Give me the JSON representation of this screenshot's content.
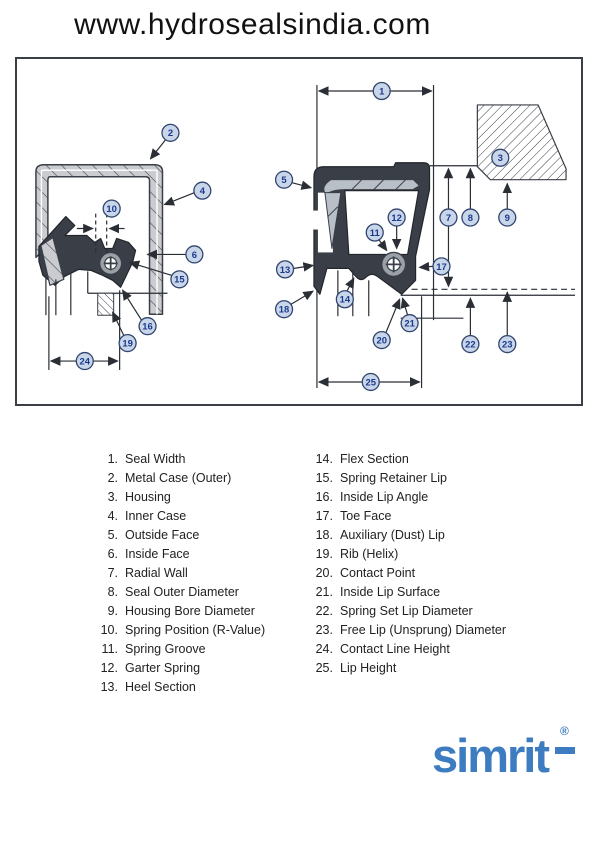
{
  "header": {
    "url": "www.hydrosealsindia.com"
  },
  "diagram": {
    "title_implicit": "Oil seal cross-section terminology",
    "callouts": [
      "1",
      "2",
      "3",
      "4",
      "5",
      "6",
      "7",
      "8",
      "9",
      "10",
      "11",
      "12",
      "13",
      "14",
      "15",
      "16",
      "17",
      "18",
      "19",
      "20",
      "21",
      "22",
      "23",
      "24",
      "25"
    ],
    "colors": {
      "rubber_dark": "#3a3f47",
      "case_gray": "#caccd0",
      "insert_gray": "#b9bfc6",
      "spring_gray": "#9aa1a8",
      "callout_fill": "#c9d6ea",
      "callout_stroke": "#31456e",
      "callout_text": "#1b3a8c",
      "line": "#2a2e35"
    }
  },
  "legend": {
    "left": [
      {
        "num": "1.",
        "label": "Seal Width"
      },
      {
        "num": "2.",
        "label": "Metal Case (Outer)"
      },
      {
        "num": "3.",
        "label": "Housing"
      },
      {
        "num": "4.",
        "label": "Inner Case"
      },
      {
        "num": "5.",
        "label": "Outside Face"
      },
      {
        "num": "6.",
        "label": "Inside Face"
      },
      {
        "num": "7.",
        "label": "Radial Wall"
      },
      {
        "num": "8.",
        "label": "Seal Outer Diameter"
      },
      {
        "num": "9.",
        "label": "Housing Bore Diameter"
      },
      {
        "num": "10.",
        "label": "Spring Position (R-Value)"
      },
      {
        "num": "11.",
        "label": "Spring Groove"
      },
      {
        "num": "12.",
        "label": "Garter Spring"
      },
      {
        "num": "13.",
        "label": "Heel Section"
      }
    ],
    "right": [
      {
        "num": "14.",
        "label": "Flex Section"
      },
      {
        "num": "15.",
        "label": "Spring Retainer Lip"
      },
      {
        "num": "16.",
        "label": "Inside Lip Angle"
      },
      {
        "num": "17.",
        "label": "Toe Face"
      },
      {
        "num": "18.",
        "label": "Auxiliary (Dust) Lip"
      },
      {
        "num": "19.",
        "label": "Rib (Helix)"
      },
      {
        "num": "20.",
        "label": "Contact Point"
      },
      {
        "num": "21.",
        "label": "Inside Lip Surface"
      },
      {
        "num": "22.",
        "label": "Spring Set Lip Diameter"
      },
      {
        "num": "23.",
        "label": "Free Lip (Unsprung) Diameter"
      },
      {
        "num": "24.",
        "label": "Contact Line Height"
      },
      {
        "num": "25.",
        "label": "Lip Height"
      }
    ]
  },
  "logo": {
    "text": "simrit",
    "registered": "®",
    "color": "#3d7cc0"
  }
}
